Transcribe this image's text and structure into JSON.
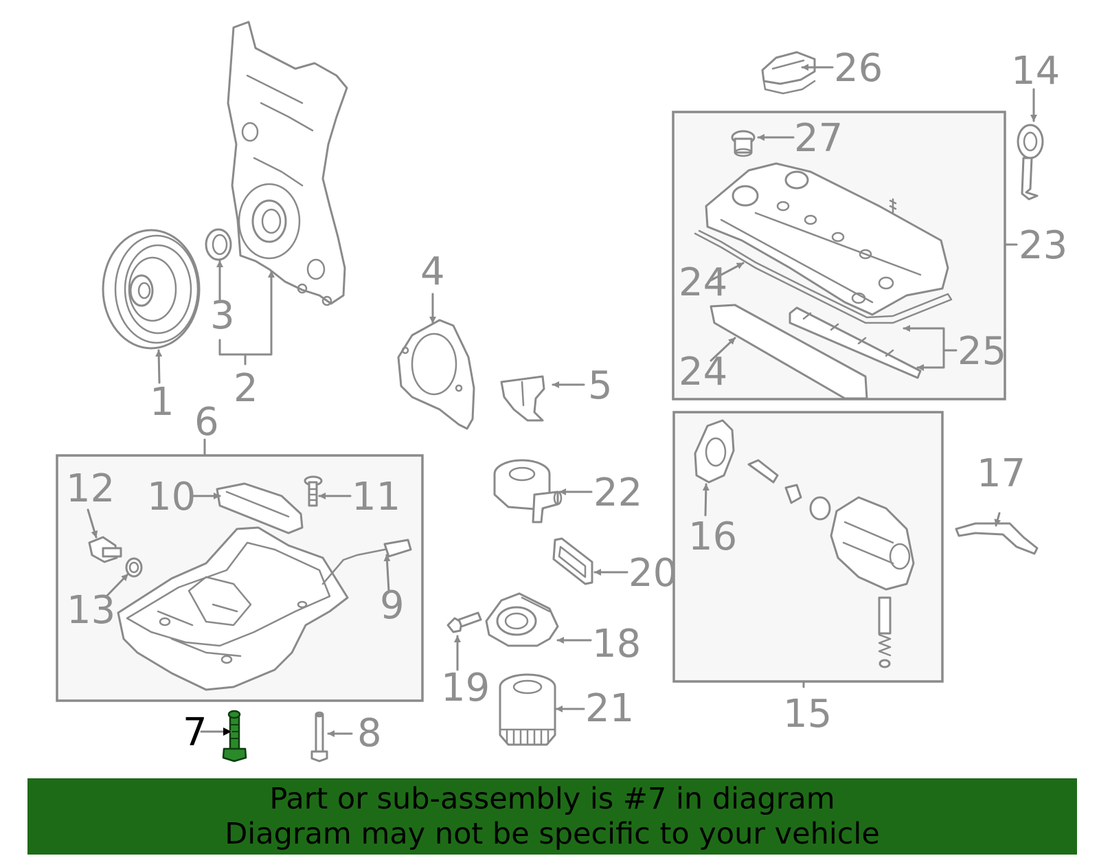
{
  "banner": {
    "line1": "Part or sub-assembly is #7 in diagram",
    "line2": "Diagram may not be specific to your vehicle",
    "background_color": "#1e6b17"
  },
  "highlight": {
    "part_number": "7",
    "color": "#2a8a2a"
  },
  "callouts": {
    "c1": "1",
    "c2": "2",
    "c3": "3",
    "c4": "4",
    "c5": "5",
    "c6": "6",
    "c7": "7",
    "c8": "8",
    "c9": "9",
    "c10": "10",
    "c11": "11",
    "c12": "12",
    "c13": "13",
    "c14": "14",
    "c15": "15",
    "c16": "16",
    "c17": "17",
    "c18": "18",
    "c19": "19",
    "c20": "20",
    "c21": "21",
    "c22": "22",
    "c23": "23",
    "c24a": "24",
    "c24b": "24",
    "c25": "25",
    "c26": "26",
    "c27": "27"
  }
}
